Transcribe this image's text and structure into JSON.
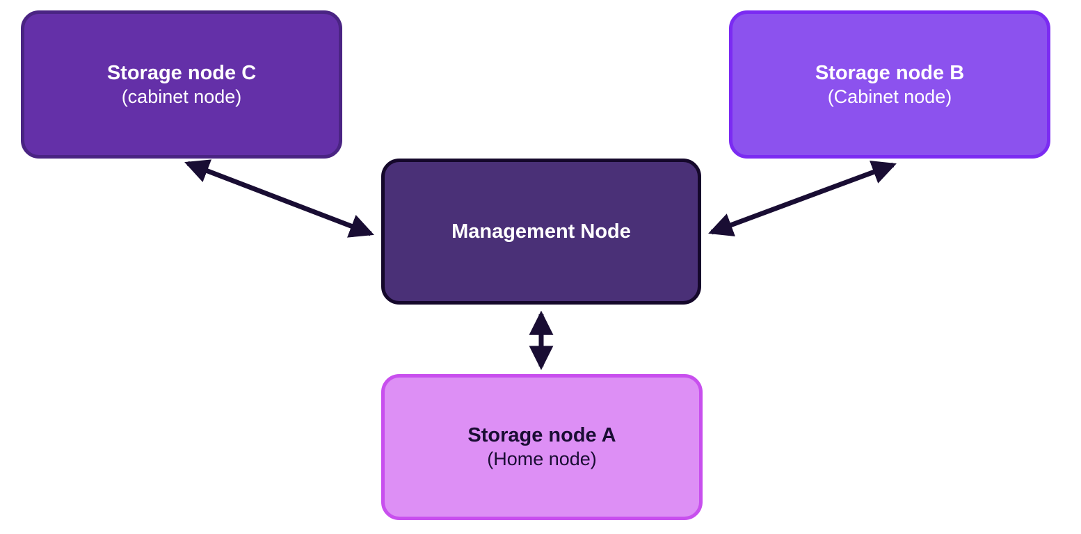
{
  "diagram": {
    "arrow_color": "#190d33",
    "nodes": [
      {
        "id": "storage-node-c",
        "title": "Storage node C",
        "subtitle": "(cabinet node)",
        "fill": "#6430a8",
        "border": "#4a2483",
        "text_color": "#ffffff"
      },
      {
        "id": "storage-node-b",
        "title": "Storage node B",
        "subtitle": "(Cabinet node)",
        "fill": "#8c52ee",
        "border": "#7b2bf2",
        "text_color": "#ffffff"
      },
      {
        "id": "management-node",
        "title": "Management Node",
        "subtitle": "",
        "fill": "#4a3077",
        "border": "#15082b",
        "text_color": "#ffffff"
      },
      {
        "id": "storage-node-a",
        "title": "Storage node A",
        "subtitle": "(Home node)",
        "fill": "#dd8ff5",
        "border": "#c84fee",
        "text_color": "#1a0d33"
      }
    ],
    "edges": [
      {
        "from": "storage-node-c",
        "to": "management-node",
        "type": "bidirectional"
      },
      {
        "from": "storage-node-b",
        "to": "management-node",
        "type": "bidirectional"
      },
      {
        "from": "management-node",
        "to": "storage-node-a",
        "type": "bidirectional"
      }
    ]
  }
}
